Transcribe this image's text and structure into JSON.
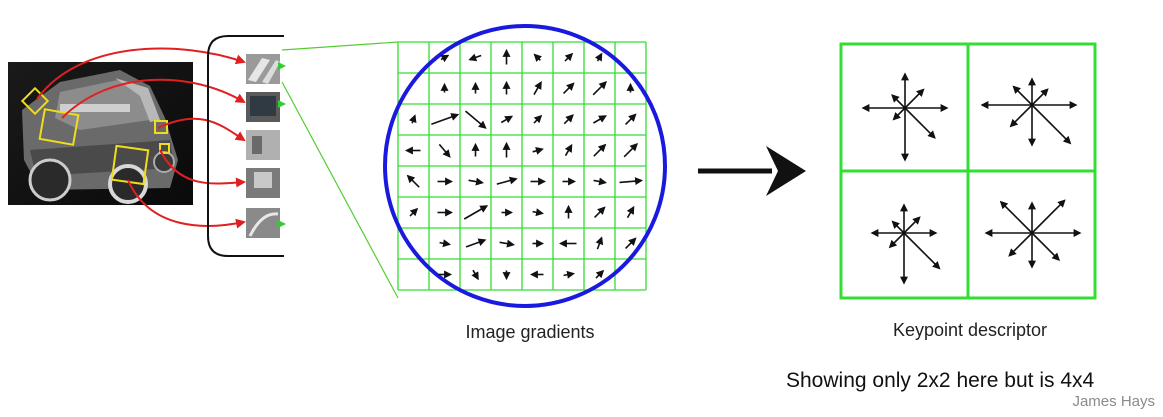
{
  "labels": {
    "image_gradients": "Image gradients",
    "keypoint_descriptor": "Keypoint descriptor",
    "note": "Showing only 2x2 here but is 4x4",
    "credit": "James Hays"
  },
  "colors": {
    "grid_green": "#33dd33",
    "circle_blue": "#1a1adf",
    "arrow_red": "#e02020",
    "box_yellow": "#f0dc1e",
    "arrow_black": "#111111"
  },
  "icons": [
    "truck-photo",
    "patch-thumbnails",
    "right-arrow-icon"
  ]
}
